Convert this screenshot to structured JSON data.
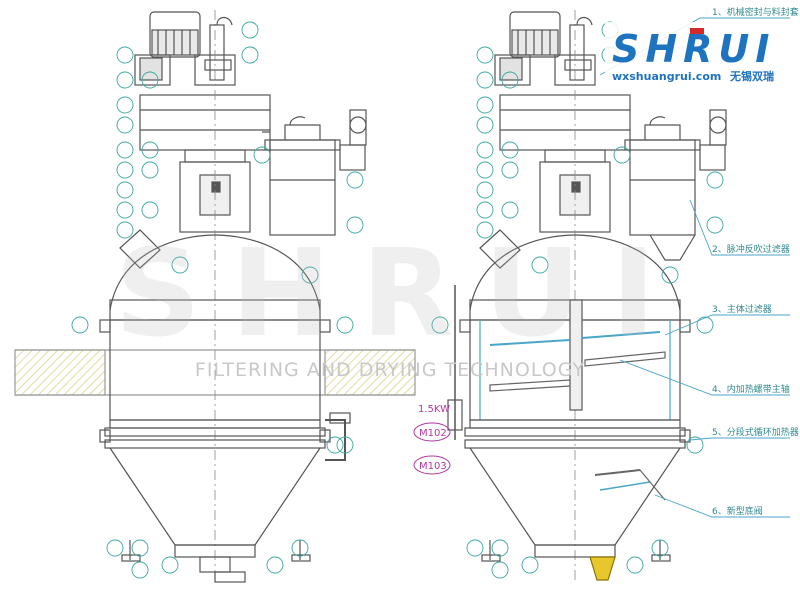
{
  "watermark": {
    "big_text": "SHRUI",
    "tagline": "FILTERING AND DRYING TECHNOLOGY"
  },
  "logo": {
    "brand": "SHRUI",
    "url": "wxshuangrui.com",
    "cn_name": "无锡双瑞"
  },
  "callouts": [
    {
      "num": "1、",
      "text": "机械密封与料封套"
    },
    {
      "num": "2、",
      "text": "脉冲反吹过滤器"
    },
    {
      "num": "3、",
      "text": "主体过滤器"
    },
    {
      "num": "4、",
      "text": "内加热螺带主轴"
    },
    {
      "num": "5、",
      "text": "分段式循环加热器"
    },
    {
      "num": "6、",
      "text": "新型底阀"
    }
  ],
  "motor_labels": {
    "power": "1.5KW",
    "tag1": "M102",
    "tag2": "M103"
  },
  "colors": {
    "line": "#555555",
    "balloon": "#3aa7a0",
    "callout_text": "#2f8a8f",
    "leader": "#4aa6c8",
    "hatch": "#d9d08a",
    "logo_blue": "#1e73be",
    "logo_red": "#d62a2a",
    "magenta": "#b03aa0"
  }
}
